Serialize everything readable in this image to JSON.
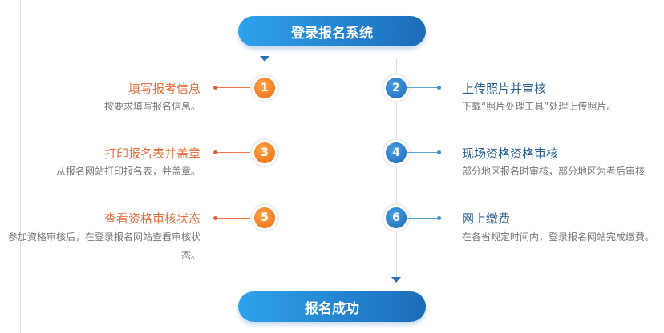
{
  "header": {
    "label": "登录报名系统"
  },
  "footer": {
    "label": "报名成功"
  },
  "steps": [
    {
      "number": "1",
      "title": "填写报考信息",
      "desc": "按要求填写报名信息。"
    },
    {
      "number": "2",
      "title": "上传照片并审核",
      "desc": "下载“照片处理工具”处理上传照片。"
    },
    {
      "number": "3",
      "title": "打印报名表并盖章",
      "desc": "从报名网站打印报名表，并盖章。"
    },
    {
      "number": "4",
      "title": "现场资格资格审核",
      "desc": "部分地区报名时审核，部分地区为考后审核"
    },
    {
      "number": "5",
      "title": "查看资格审核状态",
      "desc": "参加资格审核后，在登录报名网站查看审核状态。"
    },
    {
      "number": "6",
      "title": "网上缴费",
      "desc": "在各省规定时间内，登录报名网站完成缴费。"
    }
  ],
  "colors": {
    "orange": "#ee6a10",
    "blue": "#1c6cb8"
  }
}
